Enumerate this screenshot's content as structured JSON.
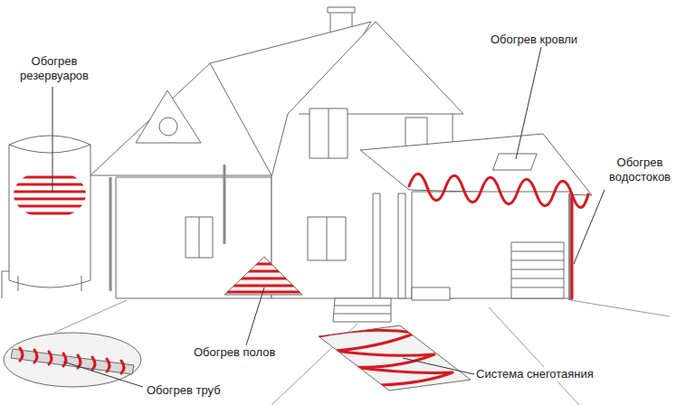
{
  "diagram": {
    "labels": [
      "Обогрев резервуаров",
      "Обогрев кровли",
      "Обогрев водостоков",
      "Обогрев полов",
      "Обогрев труб",
      "Система снеготаяния"
    ]
  }
}
